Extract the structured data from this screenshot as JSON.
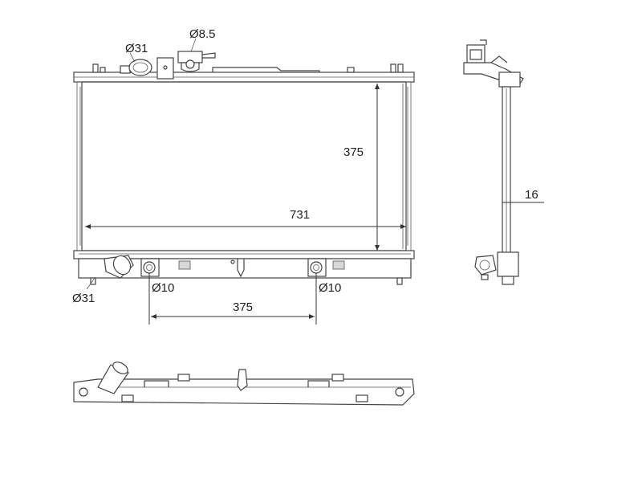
{
  "dimensions": {
    "cap_filler": "Ø8.5",
    "top_inlet": "Ø31",
    "height": "375",
    "width": "731",
    "depth": "16",
    "bottom_outlet": "Ø31",
    "mount_left": "Ø10",
    "mount_right": "Ø10",
    "mount_spacing": "375"
  }
}
